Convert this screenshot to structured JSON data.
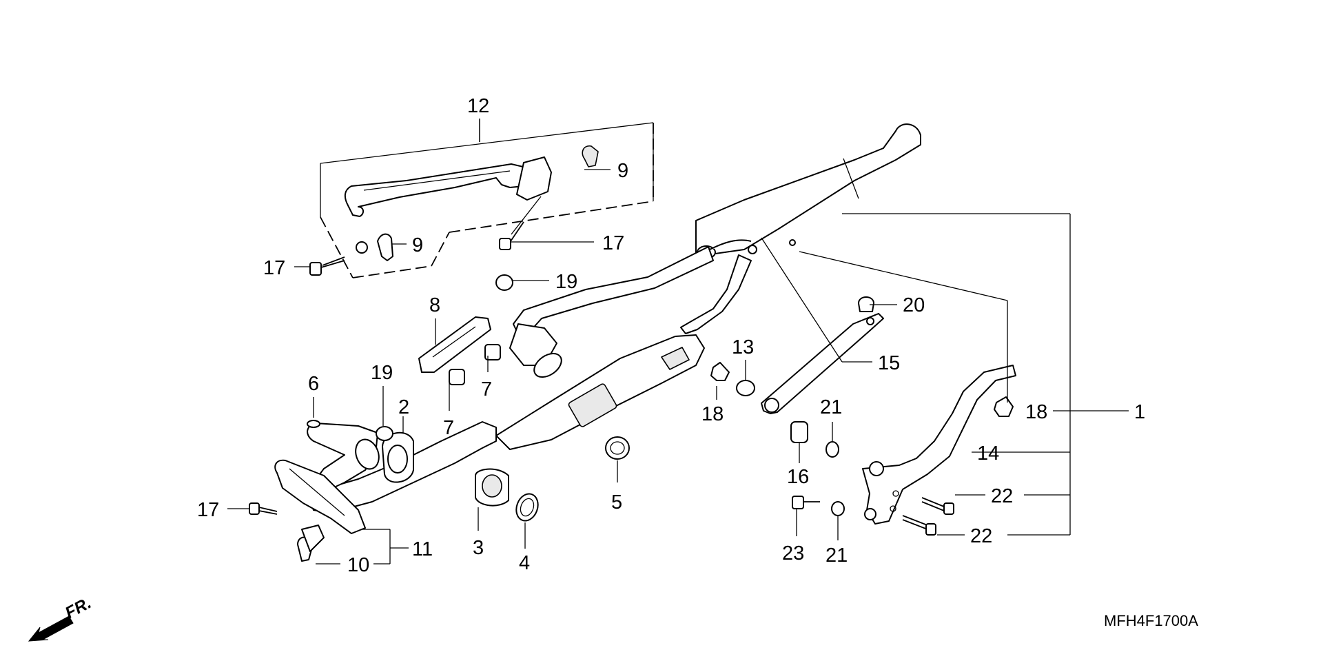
{
  "diagram": {
    "part_labels": {
      "p1": "1",
      "p2": "2",
      "p3": "3",
      "p4": "4",
      "p5": "5",
      "p6": "6",
      "p7a": "7",
      "p7b": "7",
      "p8": "8",
      "p9a": "9",
      "p9b": "9",
      "p10": "10",
      "p11": "11",
      "p12": "12",
      "p13": "13",
      "p14": "14",
      "p15": "15",
      "p16": "16",
      "p17a": "17",
      "p17b": "17",
      "p17c": "17",
      "p18a": "18",
      "p18b": "18",
      "p19a": "19",
      "p19b": "19",
      "p20": "20",
      "p21a": "21",
      "p21b": "21",
      "p22a": "22",
      "p22b": "22",
      "p23": "23"
    },
    "drawing_code": "MFH4F1700A",
    "front_indicator": "FR."
  }
}
